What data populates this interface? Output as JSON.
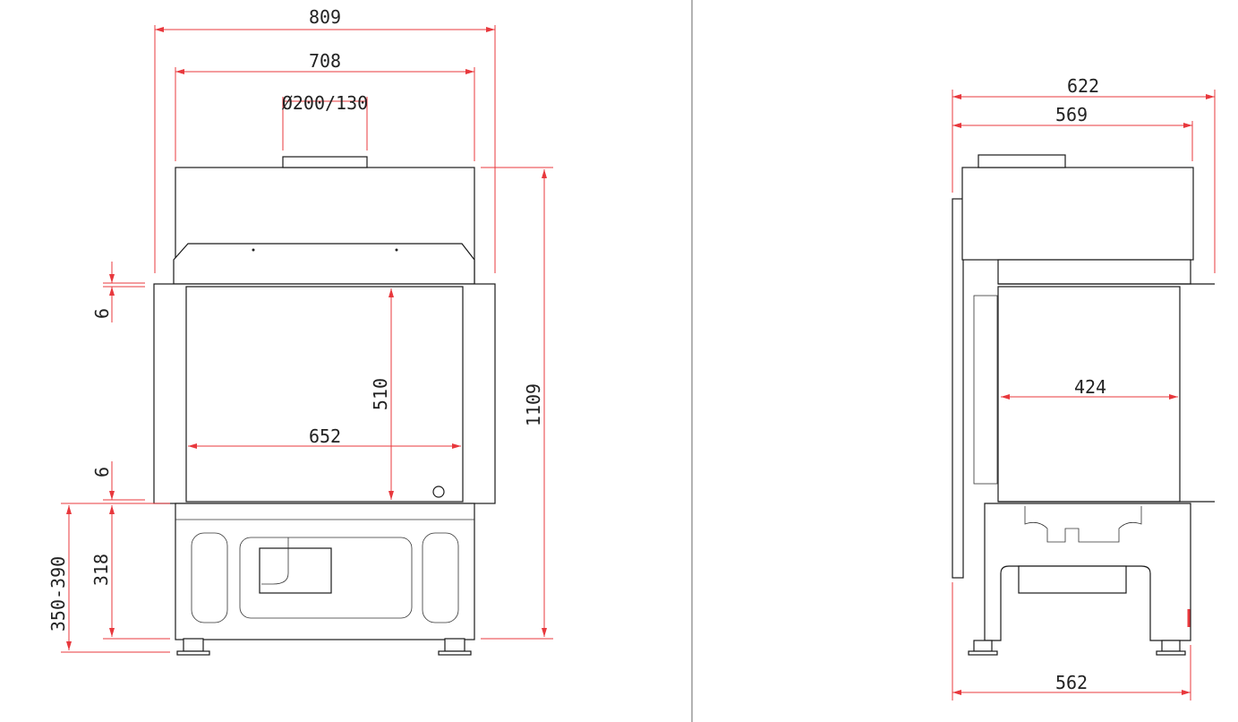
{
  "front_view": {
    "dims": {
      "overall_width": "809",
      "top_width": "708",
      "flue_diameter": "Ø200/130",
      "glass_height": "510",
      "glass_width": "652",
      "overall_height": "1109",
      "top_gap": "6",
      "bottom_gap": "6",
      "base_height": "318",
      "adjustable_height": "350-390"
    }
  },
  "side_view": {
    "dims": {
      "overall_depth": "622",
      "top_depth": "569",
      "glass_depth": "424",
      "base_depth": "562"
    }
  },
  "colors": {
    "dimension": "#e8383d",
    "outline": "#1a1a1a",
    "divider": "#9a9a9a"
  }
}
